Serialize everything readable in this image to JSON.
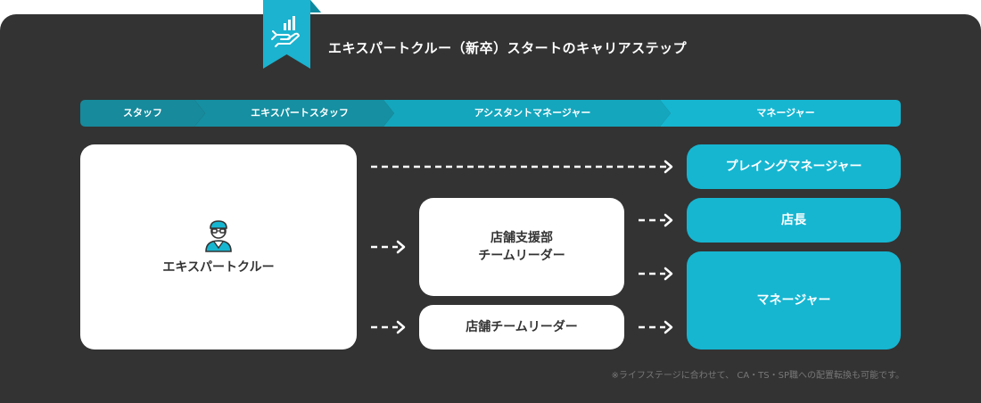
{
  "header": {
    "title": "エキスパートクルー（新卒）スタートのキャリアステップ",
    "icon": "hand-growth-chart-icon"
  },
  "stages": [
    "スタッフ",
    "エキスパートスタッフ",
    "アシスタントマネージャー",
    "マネージャー"
  ],
  "stage_colors": [
    "#178a9c",
    "#158fa1",
    "#14a6bd",
    "#16b6d1"
  ],
  "start": {
    "label": "エキスパートクルー",
    "icon": "crew-member-icon"
  },
  "middle": {
    "support_leader": [
      "店舗支援部",
      "チームリーダー"
    ],
    "store_leader": "店舗チームリーダー"
  },
  "right": {
    "playing_manager": "プレイングマネージャー",
    "store_manager": "店長",
    "manager": "マネージャー"
  },
  "note": "※ライフステージに合わせて、 CA・TS・SP職への配置転換も可能です。",
  "colors": {
    "panel": "#333333",
    "accent": "#16b6d1",
    "ribbon": "#1bb3cf",
    "box_white": "#ffffff",
    "text_dark": "#333333"
  }
}
